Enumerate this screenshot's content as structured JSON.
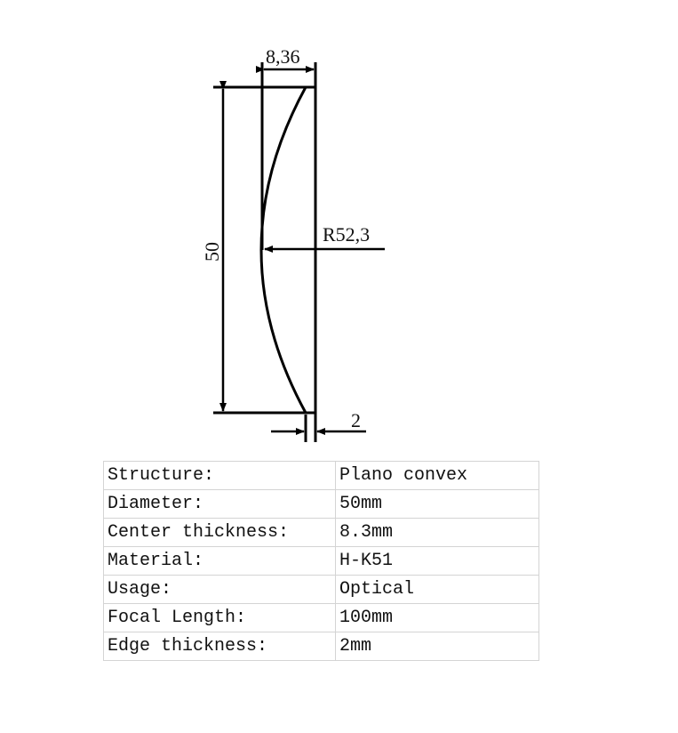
{
  "drawing": {
    "dimensions": {
      "center_thickness_label": "8,36",
      "radius_label": "R52,3",
      "diameter_label": "50",
      "edge_thickness_label": "2"
    },
    "line_color": "#000000"
  },
  "specs": [
    {
      "key": "Structure:",
      "value": "Plano convex"
    },
    {
      "key": "Diameter:",
      "value": "50mm"
    },
    {
      "key": "Center thickness:",
      "value": "8.3mm"
    },
    {
      "key": "Material:",
      "value": "H-K51"
    },
    {
      "key": "Usage:",
      "value": "Optical"
    },
    {
      "key": "Focal Length:",
      "value": "100mm"
    },
    {
      "key": "Edge thickness:",
      "value": "2mm"
    }
  ]
}
